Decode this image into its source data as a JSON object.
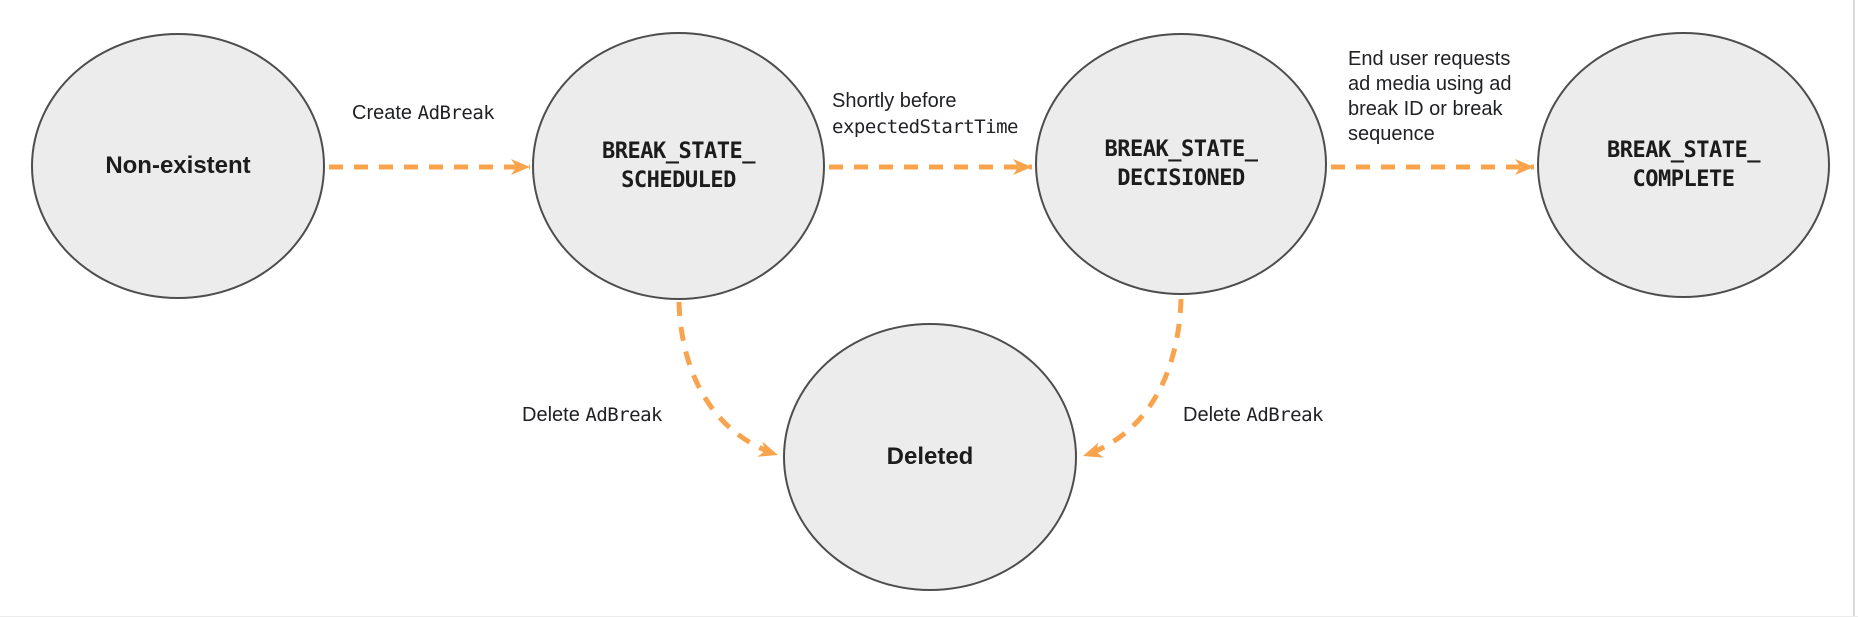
{
  "page": {
    "background": "#FFFFFF",
    "right_edge_line_color": "#D9D9D9",
    "bottom_edge_line_color": "#ECECEC"
  },
  "diagram": {
    "description": "Ad break lifecycle state transition diagram",
    "colors": {
      "arrow": "#F9A44C",
      "node_fill": "#ECECEC",
      "node_border": "#4D4D4D",
      "label_text": "#202124",
      "node_text": "#1C1C1C"
    },
    "nodes": [
      {
        "id": "non-existent",
        "label": "Non-existent"
      },
      {
        "id": "break-state-scheduled",
        "label": "BREAK_STATE_\nSCHEDULED"
      },
      {
        "id": "break-state-decisioned",
        "label": "BREAK_STATE_\nDECISIONED"
      },
      {
        "id": "break-state-complete",
        "label": "BREAK_STATE_\nCOMPLETE"
      },
      {
        "id": "deleted",
        "label": "Deleted"
      }
    ],
    "edges": {
      "create": {
        "from": "non-existent",
        "to": "break-state-scheduled",
        "text": "Create",
        "code": "AdBreak"
      },
      "decision": {
        "from": "break-state-scheduled",
        "to": "break-state-decisioned",
        "text": "Shortly before",
        "code": "expectedStartTime"
      },
      "complete": {
        "from": "break-state-decisioned",
        "to": "break-state-complete",
        "lines": [
          "End user requests",
          "ad media using ad",
          "break ID or break",
          "sequence"
        ]
      },
      "delete_from_scheduled": {
        "from": "break-state-scheduled",
        "to": "deleted",
        "text": "Delete",
        "code": "AdBreak"
      },
      "delete_from_decisioned": {
        "from": "break-state-decisioned",
        "to": "deleted",
        "text": "Delete",
        "code": "AdBreak"
      }
    }
  }
}
